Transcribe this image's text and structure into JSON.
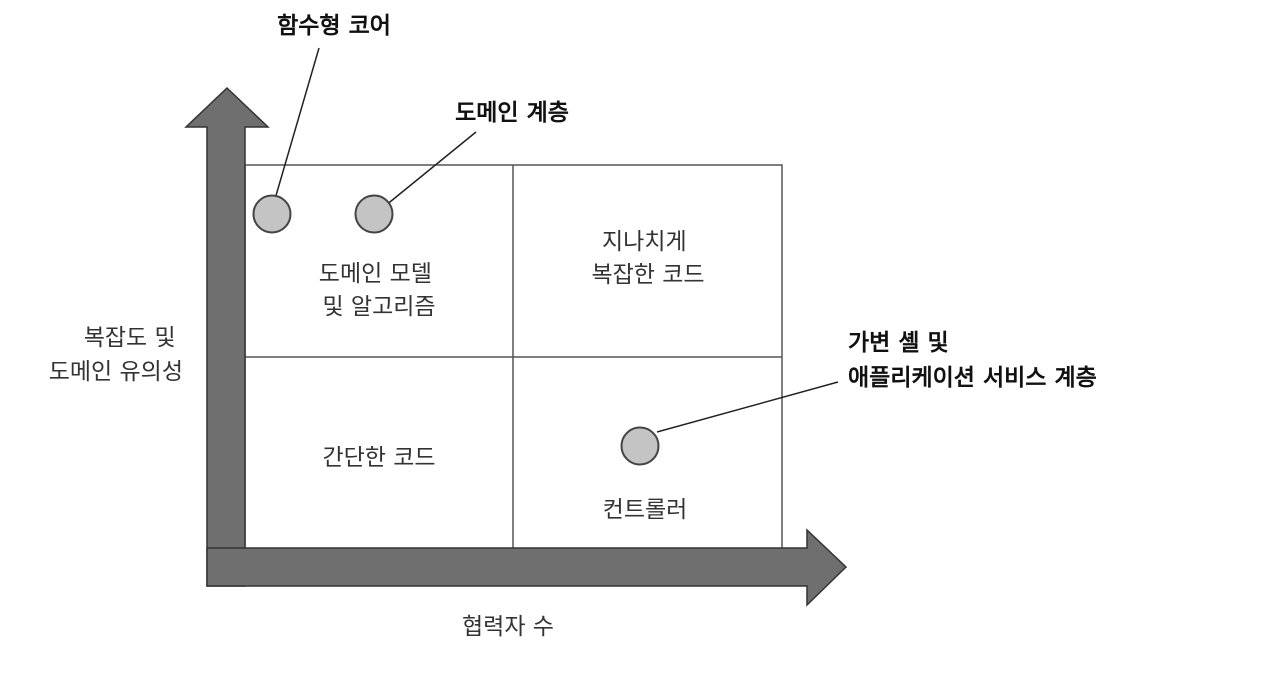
{
  "colors": {
    "arrow_fill": "#6f6f6f",
    "arrow_stroke": "#333333",
    "grid_line": "#555555",
    "marker_fill": "#c4c4c4",
    "marker_stroke": "#444444",
    "leader_line": "#222222"
  },
  "axes": {
    "x_label": "협력자 수",
    "y_label": [
      "복잡도 및",
      "도메인 유의성"
    ]
  },
  "quadrants": {
    "top_left": [
      "도메인 모델",
      "및 알고리즘"
    ],
    "top_right": [
      "지나치게",
      "복잡한 코드"
    ],
    "bottom_left": [
      "간단한 코드"
    ],
    "bottom_right": [
      "컨트롤러"
    ]
  },
  "callouts": {
    "functional_core": [
      "함수형 코어"
    ],
    "domain_layer": [
      "도메인 계층"
    ],
    "mutable_shell": [
      "가변 셸 및",
      "애플리케이션 서비스 계층"
    ]
  }
}
